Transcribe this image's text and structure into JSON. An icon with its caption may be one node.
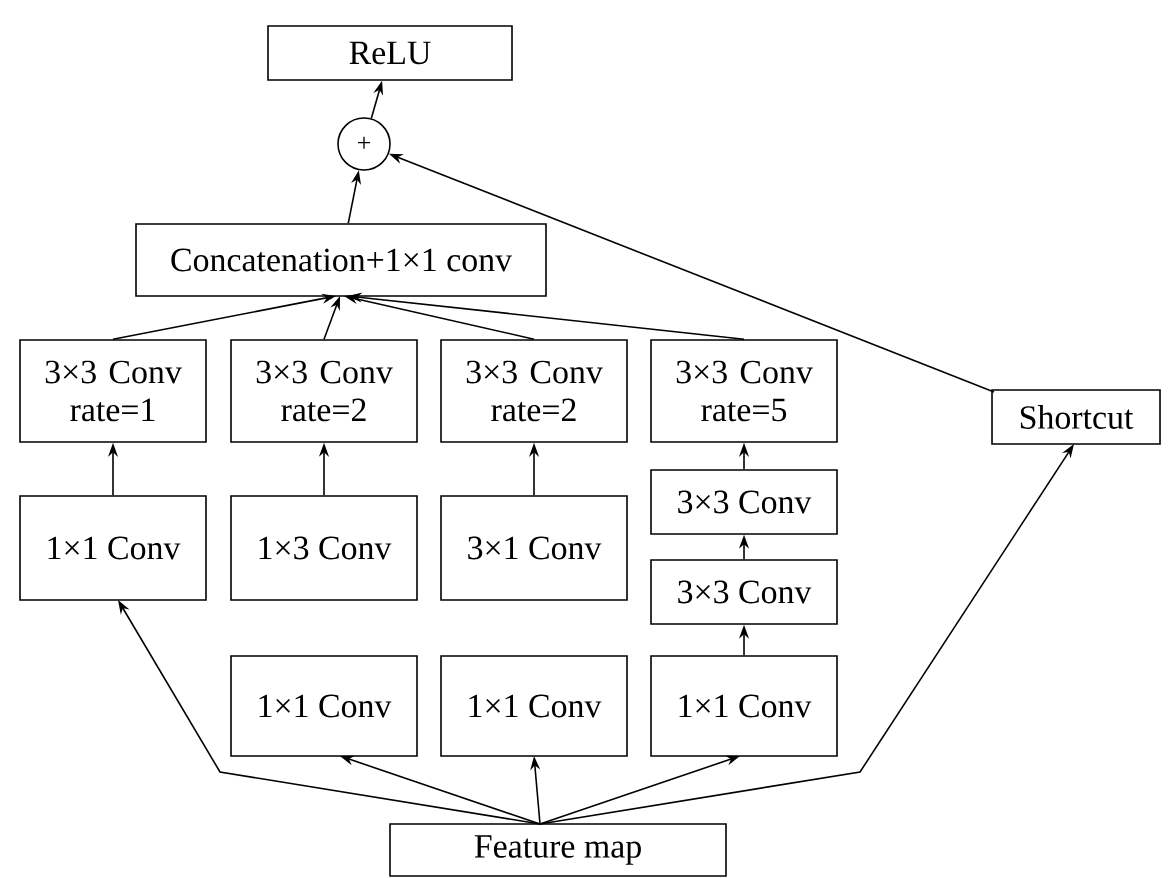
{
  "diagram": {
    "nodes": [
      {
        "text": [
          "ReLU"
        ]
      },
      {
        "text": [
          "+"
        ]
      },
      {
        "text": [
          "Concatenation+1×1 conv"
        ]
      },
      {
        "text": [
          "3×3 Conv rate=1"
        ]
      },
      {
        "text": [
          "3×3 Conv rate=2"
        ]
      },
      {
        "text": [
          "3×3 Conv rate=2"
        ]
      },
      {
        "text": [
          "3×3 Conv rate=5"
        ]
      },
      {
        "text": [
          "Shortcut"
        ]
      },
      {
        "text": [
          "1×1 Conv"
        ]
      },
      {
        "text": [
          "1×3 Conv"
        ]
      },
      {
        "text": [
          "3×1 Conv"
        ]
      },
      {
        "text": [
          "3×3 Conv"
        ]
      },
      {
        "text": [
          "3×3 Conv"
        ]
      },
      {
        "text": [
          "1×1 Conv"
        ]
      },
      {
        "text": [
          "1×1 Conv"
        ]
      },
      {
        "text": [
          "1×1 Conv"
        ]
      },
      {
        "text": [
          "Feature map"
        ]
      }
    ],
    "edges": [
      {
        "from": 1,
        "to": 0,
        "arrow": "to"
      },
      {
        "from": 2,
        "to": 1,
        "arrow": "to"
      },
      {
        "from": 7,
        "to": 1,
        "arrow": "to"
      },
      {
        "from": 3,
        "to": 2,
        "arrow": "to"
      },
      {
        "from": 4,
        "to": 2,
        "arrow": "to"
      },
      {
        "from": 5,
        "to": 2,
        "arrow": "to"
      },
      {
        "from": 6,
        "to": 2,
        "arrow": "to"
      },
      {
        "from": 8,
        "to": 3,
        "arrow": "to"
      },
      {
        "from": 9,
        "to": 4,
        "arrow": "to"
      },
      {
        "from": 10,
        "to": 5,
        "arrow": "to"
      },
      {
        "from": 11,
        "to": 6,
        "arrow": "to"
      },
      {
        "from": 12,
        "to": 11,
        "arrow": "to"
      },
      {
        "from": 15,
        "to": 12,
        "arrow": "to"
      },
      {
        "from": 16,
        "to": 8,
        "arrow": "to"
      },
      {
        "from": 16,
        "to": 13,
        "arrow": "to"
      },
      {
        "from": 16,
        "to": 14,
        "arrow": "to"
      },
      {
        "from": 16,
        "to": 15,
        "arrow": "to"
      },
      {
        "from": 16,
        "to": 7,
        "arrow": "to"
      }
    ]
  }
}
